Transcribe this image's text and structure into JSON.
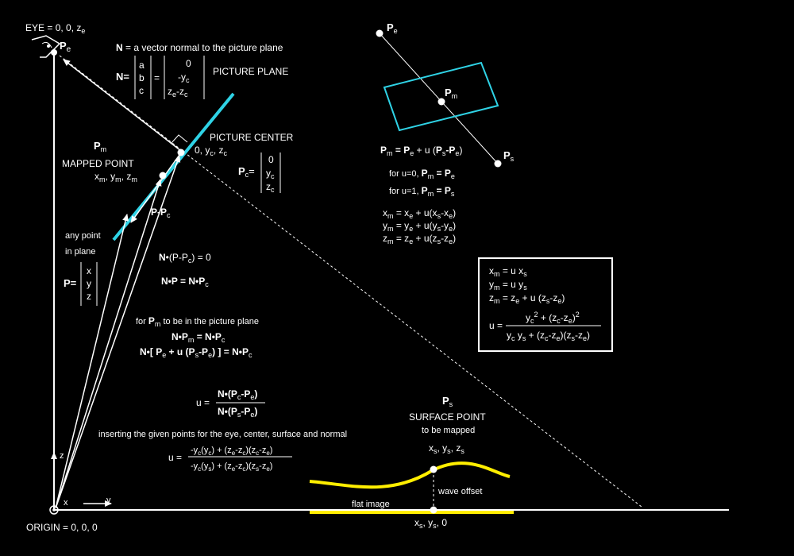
{
  "colors": {
    "background": "#000000",
    "plane": "#2fd3e6",
    "surface": "#ffee00",
    "lines": "#ffffff"
  },
  "icons": {
    "eye": "eye-icon"
  },
  "labels": {
    "eye_prefix": "EYE = 0, 0, z",
    "eye_sub": "e",
    "pe_main": "P",
    "pe_sub": "e",
    "normal_bold": "N",
    "normal_desc": " = a vector normal to the picture plane",
    "n_label": "N=",
    "n_col1": [
      "a",
      "b",
      "c"
    ],
    "n_eq": "=",
    "n_col2_r1": "0",
    "n_col2_r2_main": "-y",
    "n_col2_r2_sub": "c",
    "n_col2_r3": "z",
    "n_col2_r3_sub1": "e",
    "n_col2_r3_mid": "-z",
    "n_col2_r3_sub2": "c",
    "picture_plane": "PICTURE PLANE",
    "picture_center": "PICTURE CENTER",
    "pc_coord_a": "0, y",
    "pc_coord_sub1": "c",
    "pc_coord_b": ", z",
    "pc_coord_sub2": "c",
    "pc_label": "P",
    "pc_label_sub": "c",
    "pc_label_eq": "=",
    "pc_col": [
      "0",
      "y",
      "z"
    ],
    "pc_col_sub": "c",
    "pm_main": "P",
    "pm_sub": "m",
    "mapped_point": "MAPPED POINT",
    "pm_coord": [
      "x",
      "m",
      ", y",
      "m",
      ", z",
      "m"
    ],
    "p_minus_pc": "P-P",
    "p_minus_pc_sub": "c",
    "any_point": "any point",
    "in_plane": "in plane",
    "p_label": "P=",
    "p_col": [
      "x",
      "y",
      "z"
    ],
    "eq1_a": "N",
    "eq1_b": "•(P-P",
    "eq1_sub": "c",
    "eq1_c": ") = 0",
    "eq2": "N•P = N•P",
    "eq2_sub": "c",
    "for_pm_a": "for ",
    "for_pm_b": "P",
    "for_pm_sub": "m",
    "for_pm_c": " to be in the picture plane",
    "eq3": "N•P",
    "eq3_sub1": "m",
    "eq3_b": " = N•P",
    "eq3_sub2": "c",
    "eq4_a": "N•[ P",
    "eq4_sub1": "e",
    "eq4_b": " + u (P",
    "eq4_sub2": "s",
    "eq4_c": "-P",
    "eq4_sub3": "e",
    "eq4_d": ") ] = N•P",
    "eq4_sub4": "c",
    "u_label": "u =",
    "u_num": "N•(P",
    "u_num_sub1": "c",
    "u_num_b": "-P",
    "u_num_sub2": "e",
    "u_num_c": ")",
    "u_den": "N•(P",
    "u_den_sub1": "s",
    "u_den_b": "-P",
    "u_den_sub2": "e",
    "u_den_c": ")",
    "inserting": "inserting the given points for the eye, center, surface and normal",
    "u2_label": "u =",
    "u2_num": "-y",
    "u2_num_s1": "c",
    "u2_num_b": "(y",
    "u2_num_s2": "c",
    "u2_num_c": ") + (z",
    "u2_num_s3": "e",
    "u2_num_d": "-z",
    "u2_num_s4": "c",
    "u2_num_e": ")(z",
    "u2_num_s5": "c",
    "u2_num_f": "-z",
    "u2_num_s6": "e",
    "u2_num_g": ")",
    "u2_den": "-y",
    "u2_den_s1": "c",
    "u2_den_b": "(y",
    "u2_den_s2": "s",
    "u2_den_c": ") + (z",
    "u2_den_s3": "e",
    "u2_den_d": "-z",
    "u2_den_s4": "c",
    "u2_den_e": ")(z",
    "u2_den_s5": "s",
    "u2_den_f": "-z",
    "u2_den_s6": "e",
    "u2_den_g": ")",
    "ps_main": "P",
    "ps_sub": "s",
    "surface_point": "SURFACE POINT",
    "to_be_mapped": "to be mapped",
    "ps_coord": [
      "x",
      "s",
      ", y",
      "s",
      ", z",
      "s"
    ],
    "wave_offset": "wave offset",
    "flat_image": "flat image",
    "xs_ys_0": [
      "x",
      "s",
      ", y",
      "s",
      ", 0"
    ],
    "origin": "ORIGIN = 0, 0, 0",
    "axis_x": "x",
    "axis_y": "y",
    "axis_z": "z",
    "r_pe": "P",
    "r_pe_sub": "e",
    "r_pm": "P",
    "r_pm_sub": "m",
    "r_ps": "P",
    "r_ps_sub": "s",
    "pm_eq_a": "P",
    "pm_eq_s1": "m",
    "pm_eq_b": " = P",
    "pm_eq_s2": "e",
    "pm_eq_c": " + u (",
    "pm_eq_d": "P",
    "pm_eq_s3": "s",
    "pm_eq_e": "-P",
    "pm_eq_s4": "e",
    "pm_eq_f": ")",
    "u0_a": "for u=0, ",
    "u0_b": "P",
    "u0_s1": "m",
    "u0_c": " = P",
    "u0_s2": "e",
    "u1_a": "for u=1, ",
    "u1_b": "P",
    "u1_s1": "m",
    "u1_c": " = P",
    "u1_s2": "s",
    "xm_eq": [
      "x",
      "m",
      " = x",
      "e",
      " + u(x",
      "s",
      "-x",
      "e",
      ")"
    ],
    "ym_eq": [
      "y",
      "m",
      " = y",
      "e",
      " + u(y",
      "s",
      "-y",
      "e",
      ")"
    ],
    "zm_eq": [
      "z",
      "m",
      " = z",
      "e",
      " + u(z",
      "s",
      "-z",
      "e",
      ")"
    ],
    "box_xm": [
      "x",
      "m",
      " = u x",
      "s"
    ],
    "box_ym": [
      "y",
      "m",
      " = u y",
      "s"
    ],
    "box_zm": [
      "z",
      "m",
      " = z",
      "e",
      " + u (z",
      "s",
      "-z",
      "e",
      ")"
    ],
    "box_u": "u =",
    "box_num": [
      "y",
      "c",
      "2",
      " + (z",
      "c",
      "-z",
      "e",
      ")",
      "2"
    ],
    "box_den": [
      "y",
      "c",
      " y",
      "s",
      " + (z",
      "c",
      "-z",
      "e",
      ")(z",
      "s",
      "-z",
      "e",
      ")"
    ]
  }
}
